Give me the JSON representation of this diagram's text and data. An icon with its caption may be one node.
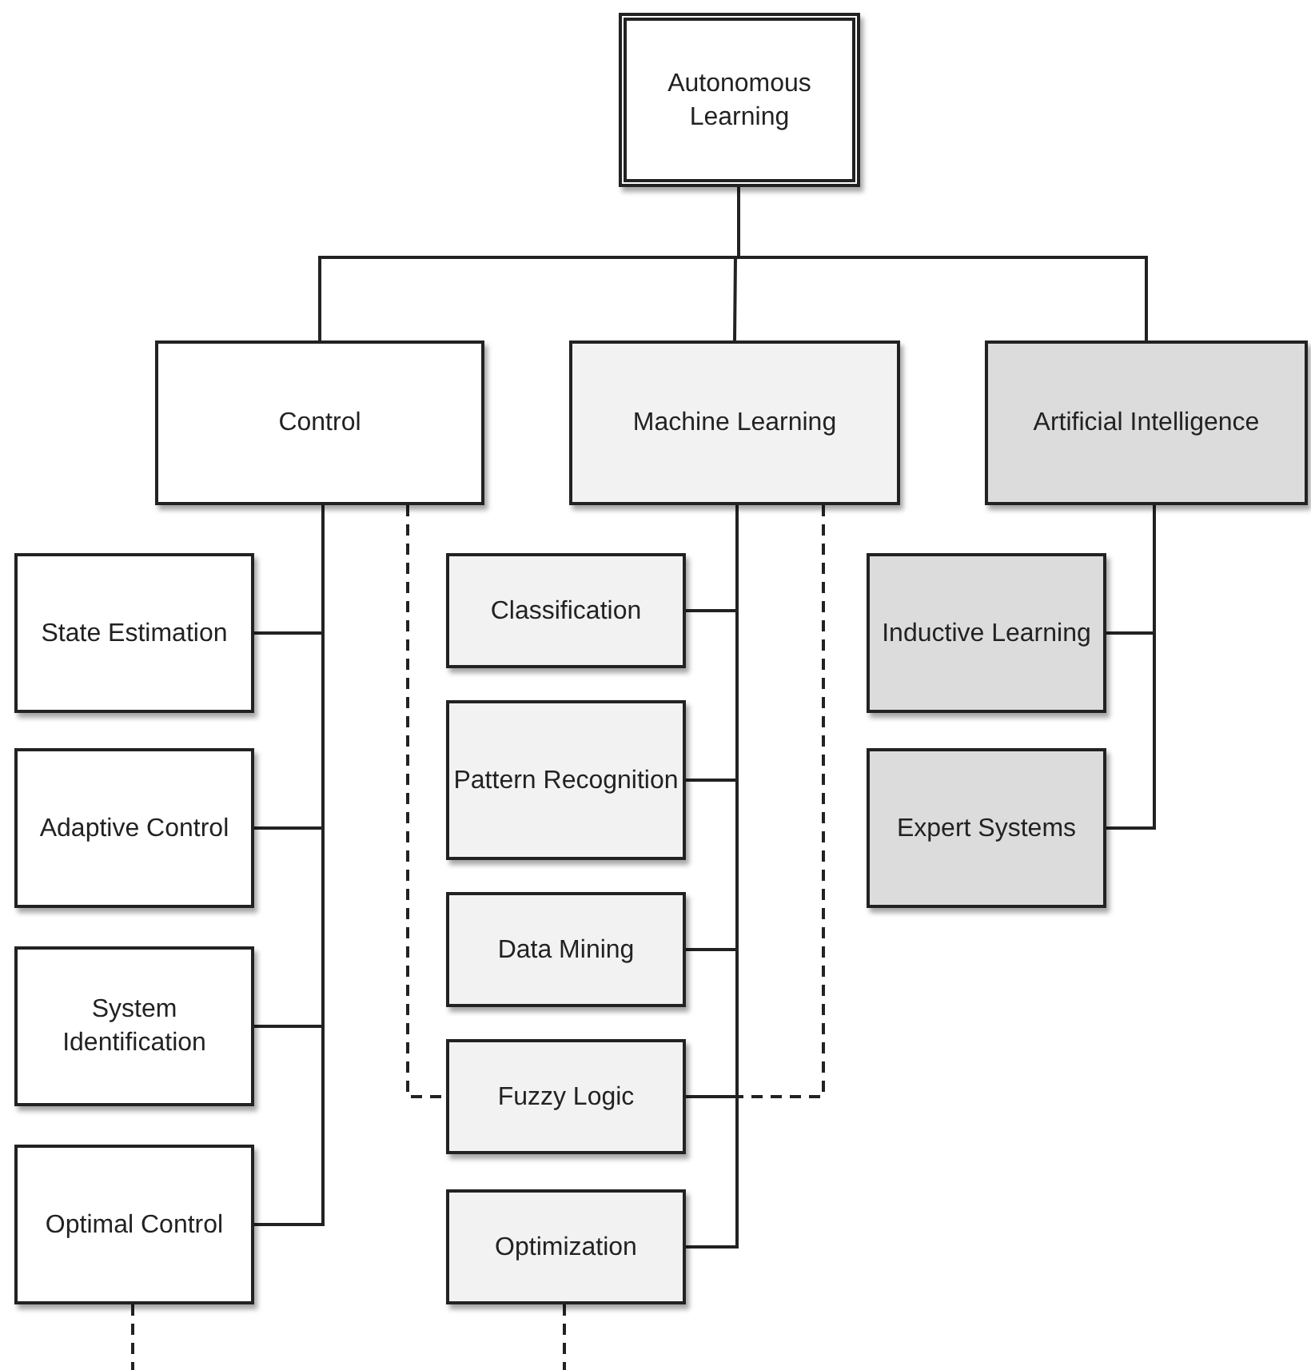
{
  "diagram": {
    "nodes": [
      {
        "text": [
          "Autonomous Learning"
        ]
      },
      {
        "text": [
          "Control"
        ]
      },
      {
        "text": [
          "Machine Learning"
        ]
      },
      {
        "text": [
          "Artificial Intelligence"
        ]
      },
      {
        "text": [
          "State Estimation"
        ]
      },
      {
        "text": [
          "Adaptive Control"
        ]
      },
      {
        "text": [
          "System Identification"
        ]
      },
      {
        "text": [
          "Optimal Control"
        ]
      },
      {
        "text": [
          "Classification"
        ]
      },
      {
        "text": [
          "Pattern Recognition"
        ]
      },
      {
        "text": [
          "Data Mining"
        ]
      },
      {
        "text": [
          "Fuzzy Logic"
        ]
      },
      {
        "text": [
          "Optimization"
        ]
      },
      {
        "text": [
          "Inductive Learning"
        ]
      },
      {
        "text": [
          "Expert Systems"
        ]
      }
    ],
    "edges": [
      {
        "from": 0,
        "to": 1,
        "arrow": "none"
      },
      {
        "from": 0,
        "to": 2,
        "arrow": "none"
      },
      {
        "from": 0,
        "to": 3,
        "arrow": "none"
      },
      {
        "from": 1,
        "to": 4,
        "arrow": "none"
      },
      {
        "from": 1,
        "to": 5,
        "arrow": "none"
      },
      {
        "from": 1,
        "to": 6,
        "arrow": "none"
      },
      {
        "from": 1,
        "to": 7,
        "arrow": "none"
      },
      {
        "from": 2,
        "to": 8,
        "arrow": "none"
      },
      {
        "from": 2,
        "to": 9,
        "arrow": "none"
      },
      {
        "from": 2,
        "to": 10,
        "arrow": "none"
      },
      {
        "from": 2,
        "to": 11,
        "arrow": "none"
      },
      {
        "from": 2,
        "to": 12,
        "arrow": "none"
      },
      {
        "from": 3,
        "to": 13,
        "arrow": "none"
      },
      {
        "from": 3,
        "to": 14,
        "arrow": "none"
      },
      {
        "from": 1,
        "to": 11,
        "arrow": "none",
        "style": "dashed"
      },
      {
        "from": 2,
        "to": 11,
        "arrow": "none",
        "style": "dashed"
      },
      {
        "from": 7,
        "to": null,
        "arrow": "none",
        "style": "dashed"
      },
      {
        "from": 12,
        "to": null,
        "arrow": "none",
        "style": "dashed"
      }
    ]
  }
}
